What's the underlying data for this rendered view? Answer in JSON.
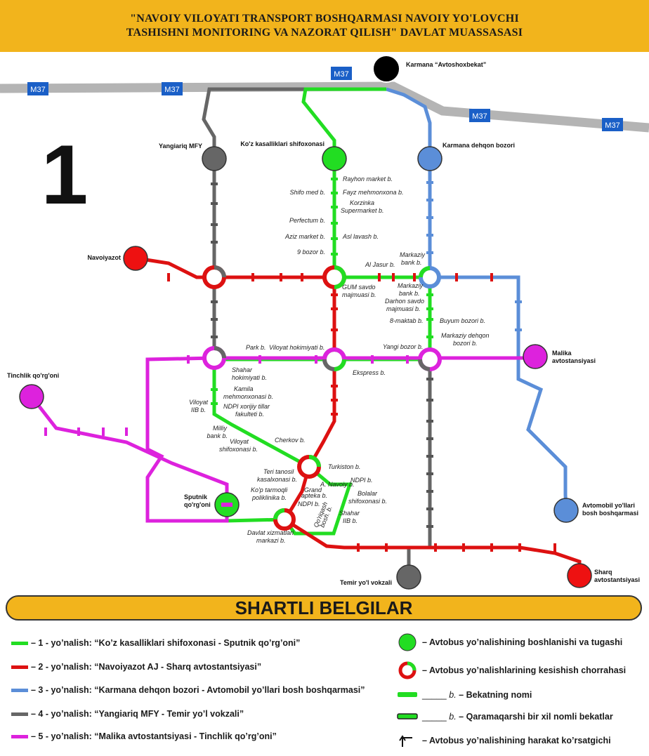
{
  "header": {
    "line1": "\"NAVOIY VILOYATI TRANSPORT BOSHQARMASI NAVOIY YO'LOVCHI",
    "line2": "TASHISHNI MONITORING VA NAZORAT QILISH\" DAVLAT MUASSASASI"
  },
  "map": {
    "number": "1",
    "highway": "M37",
    "colors": {
      "green": "#22dd22",
      "red": "#dd1111",
      "blue": "#5b8ed8",
      "gray": "#666666",
      "magenta": "#dd22dd",
      "highway": "#b4b4b4",
      "header": "#f2b41c"
    },
    "terminals": {
      "karmana_avtoshoxbekat": "Karmana “Avtoshoxbekat”",
      "yangiariq": "Yangiariq MFY",
      "koz": "Ko'z kasalliklari shifoxonasi",
      "karmana_dehqon": "Karmana dehqon bozori",
      "navoiyazot": "Navoiyazot",
      "malika": [
        "Malika",
        "avtostansiyasi"
      ],
      "tinchlik": "Tinchlik qo'rg'oni",
      "sputnik": [
        "Sputnik",
        "qo'rg'oni"
      ],
      "avtomobil": [
        "Avtomobil yo'llari",
        "bosh boshqarmasi"
      ],
      "temir": "Temir yo'l vokzali",
      "sharq": [
        "Sharq",
        "avtostantsiyasi"
      ]
    },
    "stops": {
      "rayhon": "Rayhon market b.",
      "shifo": "Shifo med b.",
      "fayz": "Fayz mehmonxona b.",
      "korzinka": [
        "Korzinka",
        "Supermarket b."
      ],
      "perfectum": "Perfectum b.",
      "aziz": "Aziz market b.",
      "asl": "Asl lavash b.",
      "bozor9": "9 bozor b.",
      "aljasur": "Al Jasur b.",
      "markaziy1": [
        "Markaziy",
        "bank b."
      ],
      "gum": [
        "GUM savdo",
        "majmuasi b."
      ],
      "markaziy2": [
        "Markaziy",
        "bank b."
      ],
      "darhon": [
        "Darhon savdo",
        "majmuasi b."
      ],
      "maktab8": "8-maktab b.",
      "buyum": "Buyum bozori b.",
      "markaziy_dehqon": [
        "Markaziy dehqon",
        "bozori b."
      ],
      "park": "Park b.",
      "viloyat_hokimiyati": "Viloyat hokimiyati b.",
      "yangi_bozor": "Yangi bozor b.",
      "shahar_hokimiyati": [
        "Shahar",
        "hokimiyati b."
      ],
      "ekspress": "Ekspress b.",
      "kamila": [
        "Kamila",
        "mehmonxonasi b."
      ],
      "viloyat_iib": [
        "Viloyat",
        "IIB b."
      ],
      "ndpi_xorijiy": [
        "NDPI xorijiy tillar",
        "fakulteti b."
      ],
      "milliy": [
        "Milliy",
        "bank b."
      ],
      "viloyat_shifo": [
        "Viloyat",
        "shifoxonasi b."
      ],
      "cherkov": "Cherkov b.",
      "teri": [
        "Teri tanosil",
        "kasalxonasi b."
      ],
      "turkiston": "Turkiston b.",
      "a_navoiy": "A. Navoiy b.",
      "ndpi1": "NDPI b.",
      "kop": [
        "Ko'p tarmoqli",
        "poliklinika b."
      ],
      "grand": [
        "Grand",
        "apteka b."
      ],
      "bolalar": [
        "Bolalar",
        "shifoxonasi b."
      ],
      "ndpi2": "NDPI b.",
      "qoriqash": [
        "Qo'riqash",
        "bosh. b."
      ],
      "shahar_iib": [
        "Shahar",
        "IIB b."
      ],
      "davlat": [
        "Davlat xizmatlari",
        "markazi b."
      ]
    }
  },
  "legend": {
    "title": "SHARTLI BELGILAR",
    "routes": [
      {
        "text": "– 1 - yo’nalish: “Ko’z kasalliklari shifoxonasi - Sputnik qo’rg’oni”",
        "color": "#22dd22"
      },
      {
        "text": "– 2 - yo’nalish: “Navoiyazot AJ - Sharq avtostantsiyasi”",
        "color": "#dd1111"
      },
      {
        "text": "– 3 - yo’nalish: “Karmana dehqon bozori - Avtomobil yo’llari bosh boshqarmasi”",
        "color": "#5b8ed8"
      },
      {
        "text": "– 4 - yo’nalish: “Yangiariq MFY - Temir yo’l vokzali”",
        "color": "#666666"
      },
      {
        "text": "– 5 - yo’nalish: “Malika avtostantsiyasi - Tinchlik qo’rg’oni”",
        "color": "#dd22dd"
      }
    ],
    "symbols": {
      "start_end": "– Avtobus yo’nalishining boshlanishi va tugashi",
      "crossing": "– Avtobus yo’nalishlarining kesishish chorrahasi",
      "stop_blank": "_____",
      "stop_b": "b.",
      "stop_name": "– Bekatning nomi",
      "opposite": "– Qaramaqarshi bir xil nomli bekatlar",
      "direction": "– Avtobus yo’nalishining harakat ko’rsatgichi"
    }
  }
}
